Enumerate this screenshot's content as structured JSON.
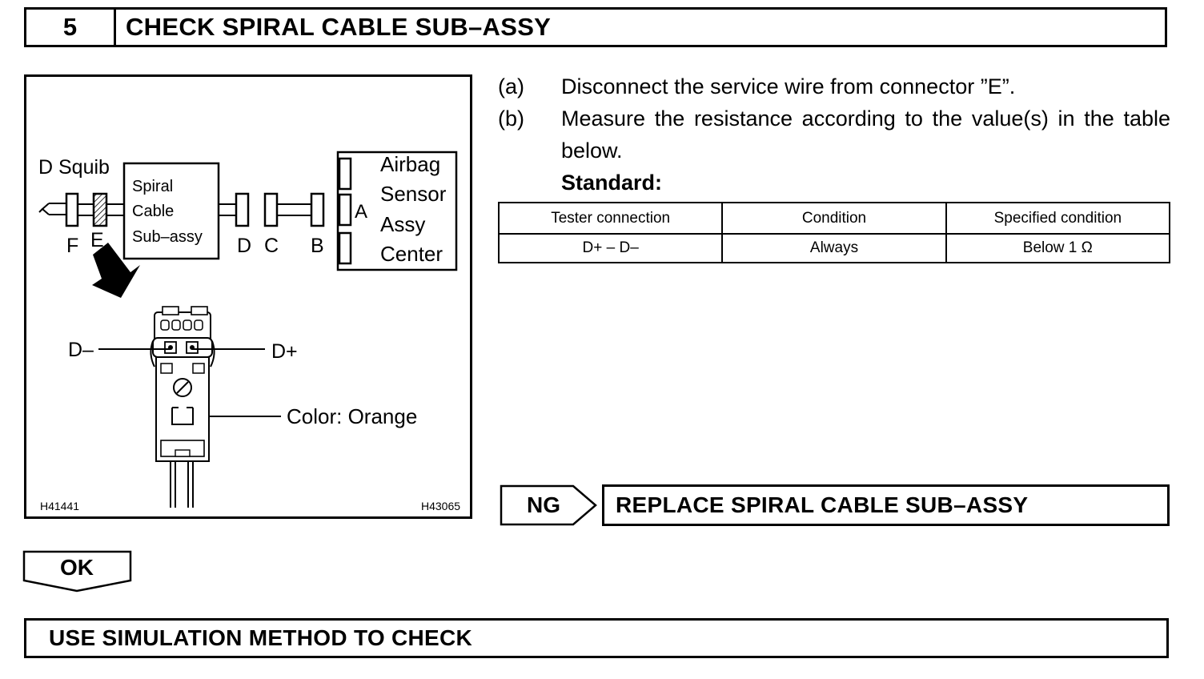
{
  "step": {
    "number": "5",
    "title": "CHECK SPIRAL CABLE SUB–ASSY"
  },
  "figure": {
    "squib_label": "D Squib",
    "spiral_cable_lines": [
      "Spiral",
      "Cable",
      "Sub–assy"
    ],
    "connectors": {
      "f": "F",
      "e": "E",
      "d": "D",
      "c": "C",
      "b": "B",
      "a": "A"
    },
    "sensor_lines": [
      "Airbag",
      "Sensor",
      "Assy",
      "Center"
    ],
    "terminal_minus": "D–",
    "terminal_plus": "D+",
    "color_callout": "Color: Orange",
    "code_left": "H41441",
    "code_right": "H43065",
    "icons": [
      "down-arrow-icon",
      "hatched-connector-icon",
      "connector-plug-icon"
    ]
  },
  "instructions": [
    {
      "marker": "(a)",
      "text": "Disconnect the service wire from connector ”E”."
    },
    {
      "marker": "(b)",
      "text": "Measure the resistance according to the value(s) in the table below."
    }
  ],
  "standard_label": "Standard:",
  "spec_table": {
    "headers": [
      "Tester connection",
      "Condition",
      "Specified condition"
    ],
    "rows": [
      [
        "D+ – D–",
        "Always",
        "Below 1 Ω"
      ]
    ]
  },
  "ng": {
    "label": "NG",
    "action": "REPLACE SPIRAL CABLE SUB–ASSY"
  },
  "ok": {
    "label": "OK"
  },
  "next_step": {
    "action": "USE SIMULATION METHOD TO CHECK"
  }
}
